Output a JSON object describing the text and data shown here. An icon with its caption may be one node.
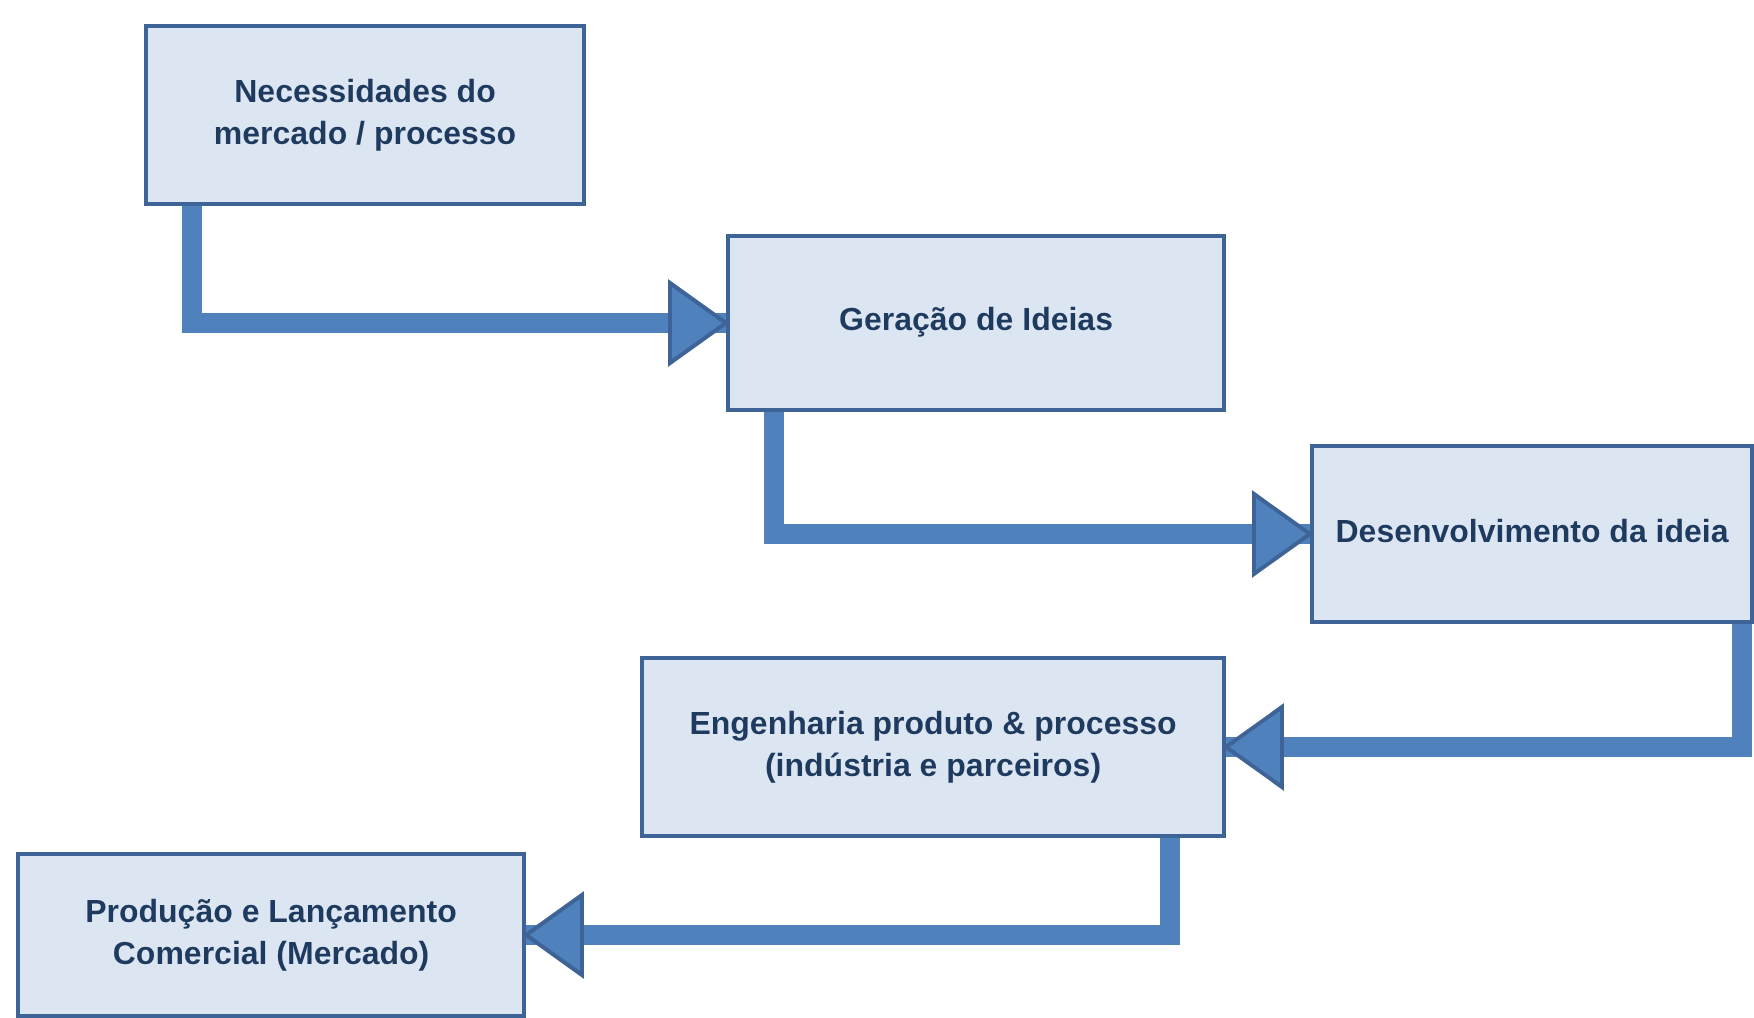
{
  "diagram": {
    "nodes": [
      {
        "text": [
          "Necessidades do mercado / processo"
        ]
      },
      {
        "text": [
          "Geração de Ideias"
        ]
      },
      {
        "text": [
          "Desenvolvimento da ideia"
        ]
      },
      {
        "text": [
          "Engenharia produto & processo (indústria e parceiros)"
        ]
      },
      {
        "text": [
          "Produção e Lançamento Comercial (Mercado)"
        ]
      }
    ],
    "edges": [
      {
        "from": 0,
        "to": 1,
        "arrow": "to"
      },
      {
        "from": 1,
        "to": 2,
        "arrow": "to"
      },
      {
        "from": 2,
        "to": 3,
        "arrow": "to"
      },
      {
        "from": 3,
        "to": 4,
        "arrow": "to"
      }
    ]
  }
}
